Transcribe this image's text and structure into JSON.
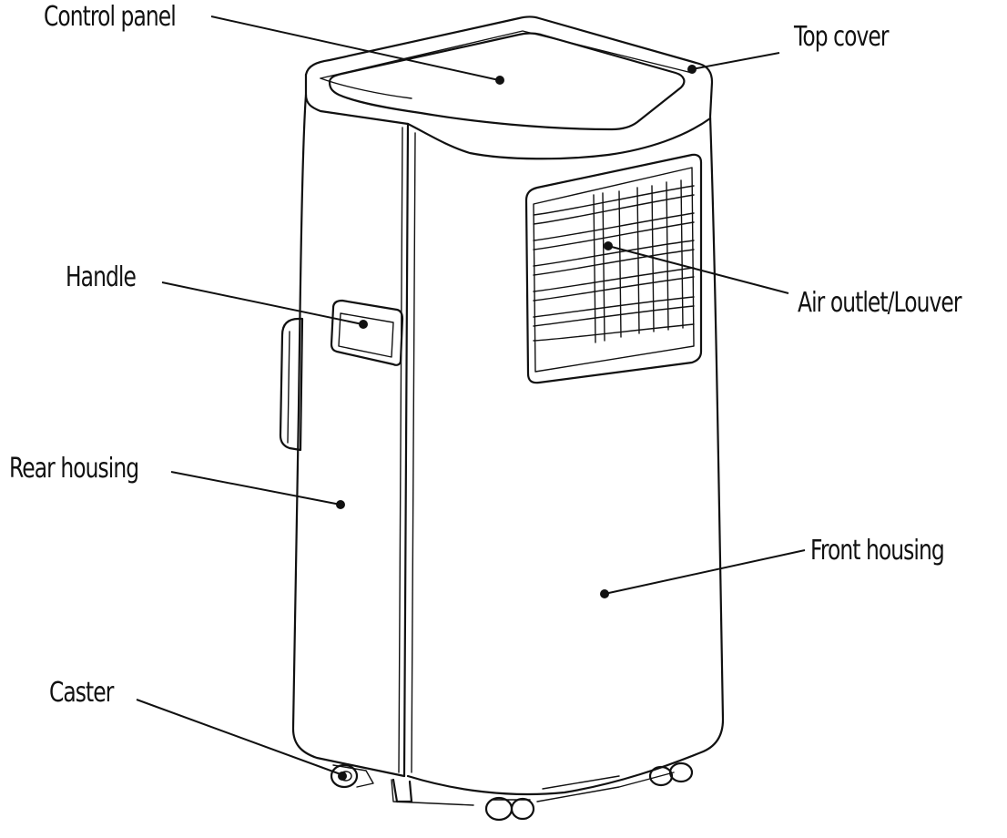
{
  "diagram": {
    "labels": {
      "control_panel": "Control panel",
      "top_cover": "Top cover",
      "handle": "Handle",
      "air_outlet": "Air outlet/Louver",
      "rear_housing": "Rear housing",
      "front_housing": "Front housing",
      "caster": "Caster"
    }
  }
}
